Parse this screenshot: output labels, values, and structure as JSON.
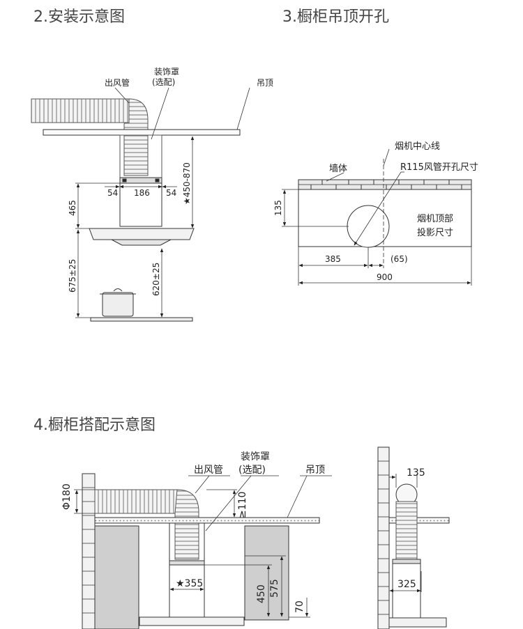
{
  "sections": {
    "install": {
      "title": "2.安装示意图"
    },
    "ceiling": {
      "title": "3.橱柜吊顶开孔"
    },
    "cabinet": {
      "title": "4.橱柜搭配示意图"
    }
  },
  "install": {
    "outlet_pipe": "出风管",
    "cover": "装饰罩",
    "cover_optional": "(选配)",
    "ceiling": "吊顶",
    "dim_54_left": "54",
    "dim_186": "186",
    "dim_54_right": "54",
    "dim_450_870": "★450-870",
    "dim_465": "465",
    "dim_675": "675±25",
    "dim_620": "620±25"
  },
  "ceiling_hole": {
    "centerline": "烟机中心线",
    "wall": "墙体",
    "radius": "R115风管开孔尺寸",
    "dim_135": "135",
    "projection_line1": "烟机顶部",
    "projection_line2": "投影尺寸",
    "dim_385": "385",
    "dim_65": "(65)",
    "dim_900": "900"
  },
  "cabinet": {
    "cover": "装饰罩",
    "cover_optional": "(选配)",
    "outlet_pipe": "出风管",
    "ceiling": "吊顶",
    "phi180": "Φ180",
    "dim_110": "≥110",
    "dim_355": "★355",
    "dim_450": "450",
    "dim_575": "575",
    "dim_70": "70",
    "dim_135": "135",
    "dim_325": "325"
  },
  "colors": {
    "line": "#333333",
    "pipe": "#f3f3f3",
    "cabinet_fill": "#cfcfcf",
    "wall_fill": "#e9e9e9"
  }
}
